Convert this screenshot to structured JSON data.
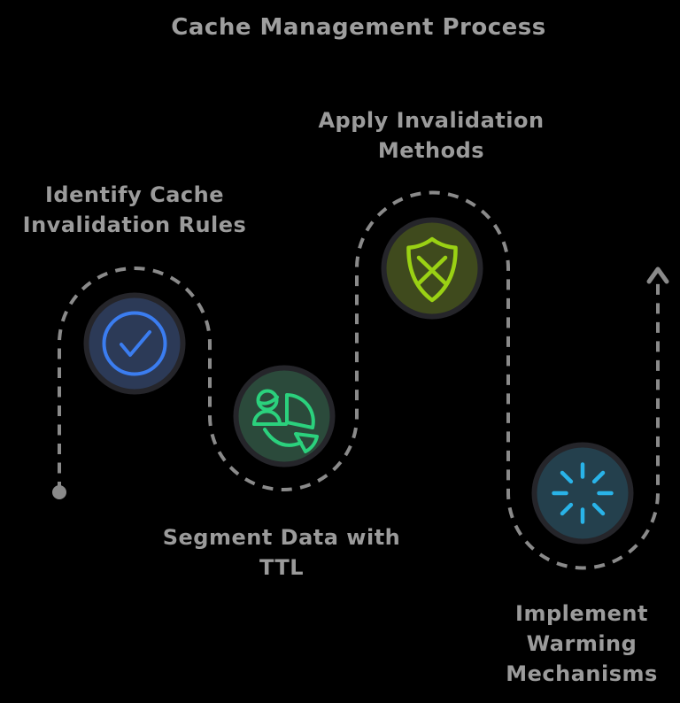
{
  "title": "Cache Management Process",
  "colors": {
    "background": "#000000",
    "text": "#9b9b9b",
    "path": "#8a8a8a",
    "node_border": "#25252a"
  },
  "flow": {
    "style": "dashed",
    "color": "#8a8a8a",
    "start_marker": "dot",
    "end_marker": "arrow-up"
  },
  "steps": [
    {
      "name": "identify-cache-invalidation-rules",
      "label_lines": [
        "Identify Cache",
        "Invalidation Rules"
      ],
      "icon": "check-circle-icon",
      "fill": "#2c3a57",
      "icon_color": "#3b7df0"
    },
    {
      "name": "segment-data-with-ttl",
      "label_lines": [
        "Segment Data with",
        "TTL"
      ],
      "icon": "user-pie-chart-icon",
      "fill": "#2b4a3b",
      "icon_color": "#2bd17d"
    },
    {
      "name": "apply-invalidation-methods",
      "label_lines": [
        "Apply Invalidation",
        "Methods"
      ],
      "icon": "shield-x-icon",
      "fill": "#3f4a1d",
      "icon_color": "#9ad114"
    },
    {
      "name": "implement-warming-mechanisms",
      "label_lines": [
        "Implement",
        "Warming",
        "Mechanisms"
      ],
      "icon": "loader-spinner-icon",
      "fill": "#24404d",
      "icon_color": "#29b3e8"
    }
  ]
}
